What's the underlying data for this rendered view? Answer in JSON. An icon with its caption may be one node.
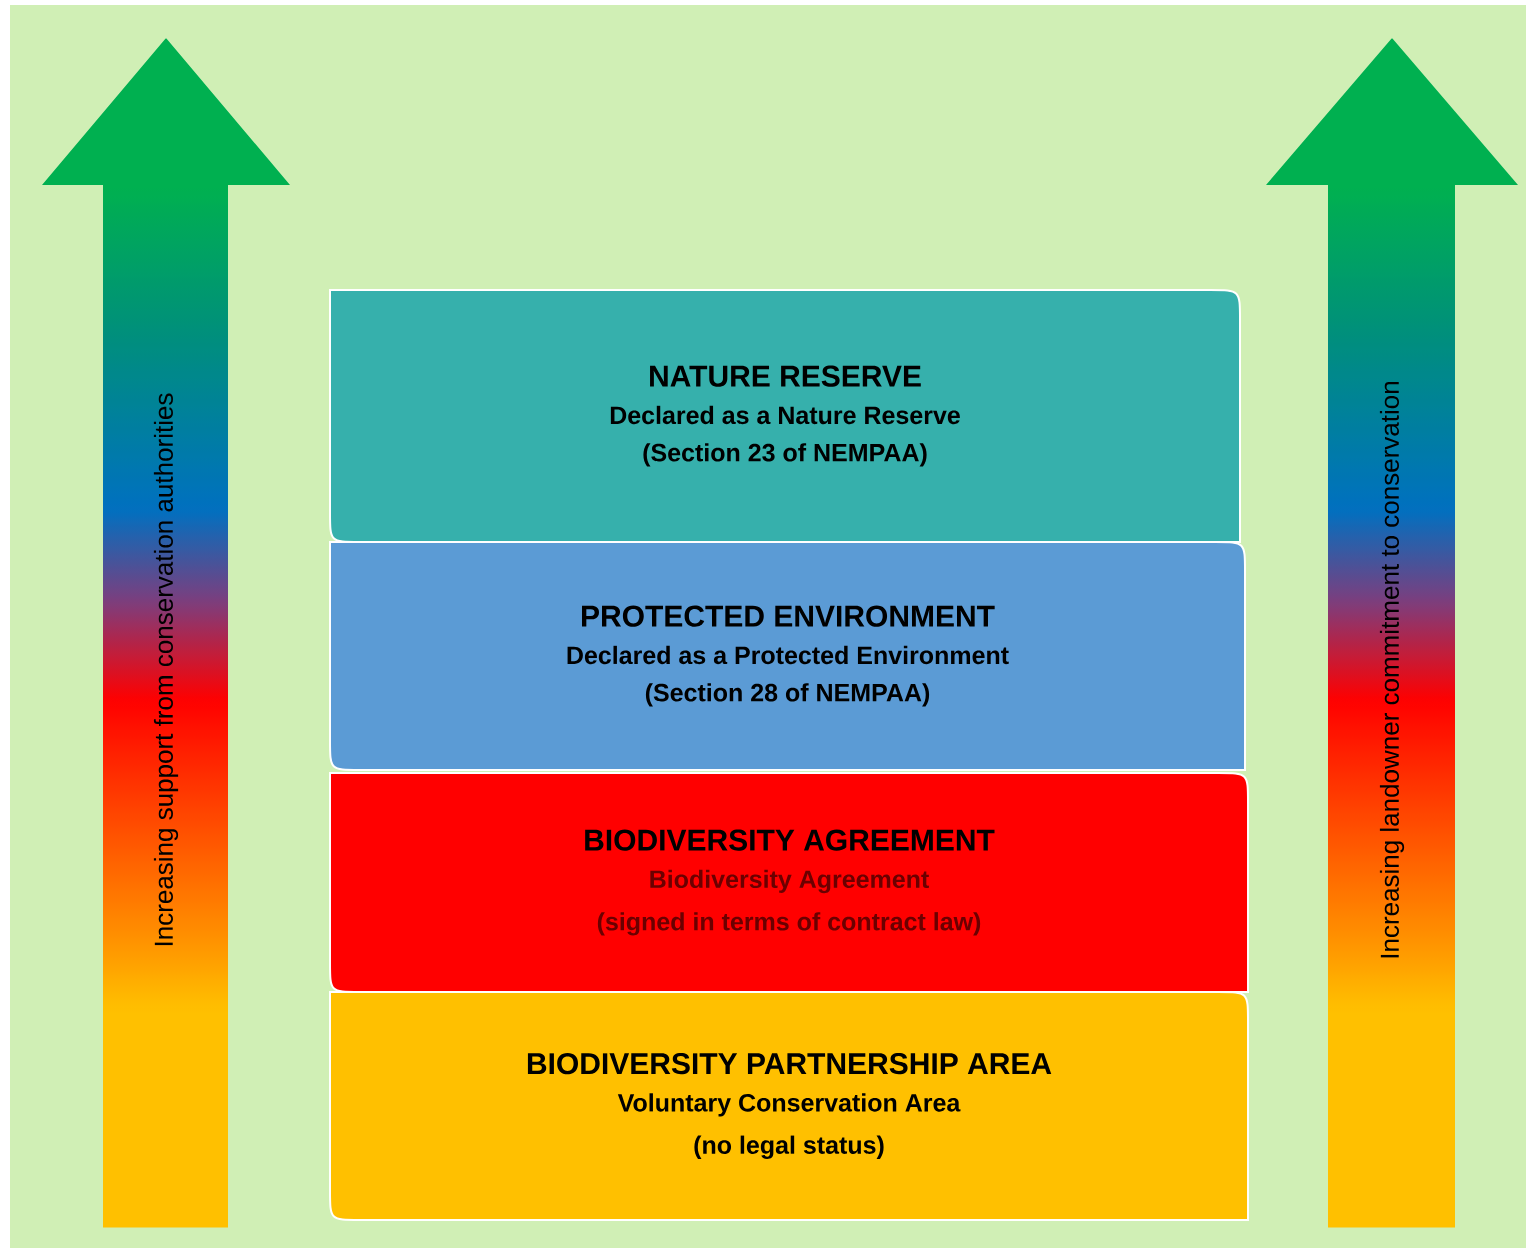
{
  "diagram": {
    "nodes": [
      {
        "text": [
          "NATURE RESERVE",
          "Declared as a Nature Reserve",
          "(Section 23 of NEMPAA)"
        ]
      },
      {
        "text": [
          "PROTECTED ENVIRONMENT",
          "Declared as a Protected Environment",
          "(Section 28 of NEMPAA)"
        ]
      },
      {
        "text": [
          "BIODIVERSITY AGREEMENT",
          "Biodiversity Agreement",
          "(signed in terms of contract law)"
        ]
      },
      {
        "text": [
          "BIODIVERSITY PARTNERSHIP AREA",
          "Voluntary Conservation Area",
          "(no legal status)"
        ]
      }
    ],
    "labels": [
      "Increasing support from conservation authorities",
      "Increasing landowner commitment to conservation"
    ]
  }
}
